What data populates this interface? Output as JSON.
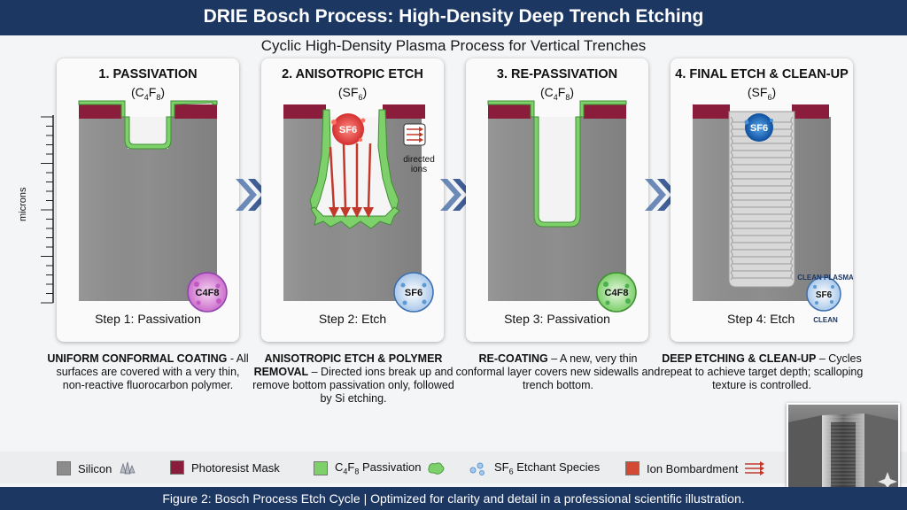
{
  "title": "DRIE Bosch Process: High-Density Deep Trench Etching",
  "subtitle": "Cyclic High-Density Plasma Process for Vertical Trenches",
  "axis_label": "microns",
  "colors": {
    "header": "#1d3763",
    "silicon": "#8c8c8c",
    "mask": "#8b1d3c",
    "passivation": "#7dd06a",
    "ion": "#c0392b"
  },
  "steps": [
    {
      "title": "1. PASSIVATION",
      "formula_main": "(C",
      "formula_parts": [
        "4",
        "F",
        "8",
        ")"
      ],
      "caption": "Step 1: Passivation",
      "badge_label": "C4F8",
      "desc_bold": "UNIFORM CONFORMAL COATING",
      "desc_rest": " - All surfaces are covered with a very thin, non-reactive fluorocarbon polymer."
    },
    {
      "title": "2. ANISOTROPIC ETCH",
      "formula_main": "(SF",
      "formula_parts": [
        "6",
        ")"
      ],
      "caption": "Step 2: Etch",
      "badge_label": "SF6",
      "cloud_label": "SF6",
      "ions_label1": "directed",
      "ions_label2": "ions",
      "desc_bold": "ANISOTROPIC ETCH & POLYMER REMOVAL",
      "desc_rest": " – Directed ions break up and remove bottom passivation only, followed by Si etching."
    },
    {
      "title": "3. RE-PASSIVATION",
      "formula_main": "(C",
      "formula_parts": [
        "4",
        "F",
        "8",
        ")"
      ],
      "caption": "Step 3: Passivation",
      "badge_label": "C4F8",
      "desc_bold": "RE-COATING",
      "desc_rest": " – A new, very thin conformal layer covers new sidewalls and trench bottom."
    },
    {
      "title": "4. FINAL ETCH & CLEAN-UP",
      "formula_main": "(SF",
      "formula_parts": [
        "6",
        ")"
      ],
      "caption": "Step 4: Etch",
      "badge_label": "SF6",
      "cloud_label": "SF6",
      "badge_top": "CLEAN PLASMA",
      "badge_bottom": "CLEAN",
      "desc_bold": "DEEP ETCHING & CLEAN-UP",
      "desc_rest": " – Cycles repeat to achieve target depth; scalloping texture is controlled."
    }
  ],
  "legend": [
    {
      "label": "Silicon",
      "color": "#8c8c8c"
    },
    {
      "label": "Photoresist Mask",
      "color": "#8b1d3c"
    },
    {
      "label": "C4F8 Passivation",
      "color": "#7dd06a"
    },
    {
      "label": "SF6 Etchant Species",
      "color": "#a9c8ea"
    },
    {
      "label": "Ion Bombardment",
      "color": "#d24a34"
    }
  ],
  "footer": "Figure 2: Bosch Process Etch Cycle | Optimized for clarity and detail in a professional scientific illustration."
}
